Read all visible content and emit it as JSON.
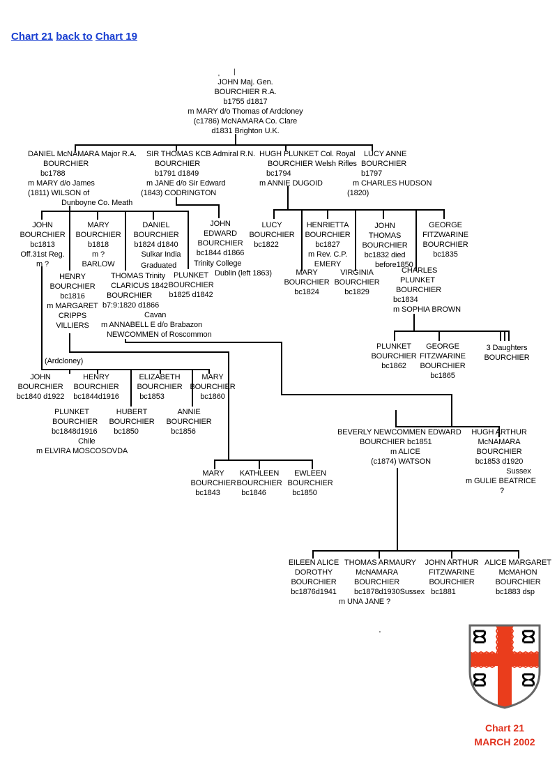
{
  "nav": {
    "link_chart21": "Chart 21",
    "link_back_to": "back to",
    "link_chart19": "Chart 19"
  },
  "colors": {
    "link": "#1a3fd1",
    "footer": "#e0301c",
    "shield_cross": "#ea3d1c"
  },
  "people": [
    {
      "id": "john_maj_gen",
      "lines": [
        "JOHN      Maj. Gen.",
        "BOURCHIER R.A.",
        "b1755 d1817",
        "m MARY d/o Thomas of Ardcloney",
        "(c1786) McNAMARA        Co. Clare",
        "d1831 Brighton U.K."
      ]
    },
    {
      "id": "daniel_mcnamara",
      "lines": [
        "DANIEL McNAMARA Major R.A.",
        "BOURCHIER",
        "bc1788",
        "m MARY    d/o James",
        "(1811)      WILSON of",
        "Dunboyne Co. Meath"
      ]
    },
    {
      "id": "sir_thomas",
      "lines": [
        "SIR THOMAS KCB Admiral R.N.",
        "BOURCHIER",
        "b1791 d1849",
        "m JANE d/o Sir Edward",
        "(1843) CODRINGTON"
      ]
    },
    {
      "id": "hugh_plunket",
      "lines": [
        "HUGH PLUNKET Col. Royal",
        "BOURCHIER Welsh Rifles",
        "bc1794",
        "m ANNIE DUGOID"
      ]
    },
    {
      "id": "lucy_anne",
      "lines": [
        "LUCY  ANNE",
        "BOURCHIER",
        "b1797",
        "m CHARLES HUDSON",
        "(1820)"
      ]
    },
    {
      "id": "john_b1813",
      "lines": [
        "JOHN",
        "BOURCHIER",
        "bc1813",
        "Off.31st Reg.",
        "m      ?"
      ]
    },
    {
      "id": "mary_b1818",
      "lines": [
        "MARY",
        "BOURCHIER",
        "b1818",
        "m        ?",
        "BARLOW"
      ]
    },
    {
      "id": "daniel_b1824",
      "lines": [
        "DANIEL",
        "BOURCHIER",
        "b1824 d1840",
        "Sulkar India"
      ]
    },
    {
      "id": "graduated",
      "lines": [
        "Graduated"
      ]
    },
    {
      "id": "john_edward",
      "lines": [
        "JOHN",
        "EDWARD",
        "BOURCHIER",
        "bc1844 d1866"
      ]
    },
    {
      "id": "trinity_dublin",
      "lines": [
        "Trinity College",
        "Dublin (left 1863)"
      ]
    },
    {
      "id": "henry_b1816",
      "lines": [
        "HENRY",
        "BOURCHIER",
        "bc1816",
        "m MARGARET",
        "CRIPPS",
        "VILLIERS"
      ]
    },
    {
      "id": "thomas_claricus",
      "lines": [
        "THOMAS Trinity",
        "CLARICUS  1842",
        "BOURCHIER",
        "b7:9:1820 d1866",
        "Cavan",
        "m ANNABELL E   d/o Brabazon",
        "NEWCOMMEN  of Roscommon"
      ]
    },
    {
      "id": "plunket_b1825",
      "lines": [
        "PLUNKET",
        "BOURCHIER",
        "b1825 d1842"
      ]
    },
    {
      "id": "lucy_b1822",
      "lines": [
        "LUCY",
        "BOURCHIER",
        "bc1822"
      ]
    },
    {
      "id": "henrietta",
      "lines": [
        "HENRIETTA",
        "BOURCHIER",
        "bc1827",
        "m Rev. C.P.",
        "EMERY"
      ]
    },
    {
      "id": "john_thomas",
      "lines": [
        "JOHN",
        "THOMAS",
        "BOURCHIER",
        "bc1832 died",
        "before1850"
      ]
    },
    {
      "id": "george_fitz_1835",
      "lines": [
        "GEORGE",
        "FITZWARINE",
        "BOURCHIER",
        "bc1835"
      ]
    },
    {
      "id": "mary_b1824",
      "lines": [
        "MARY",
        "BOURCHIER",
        "bc1824"
      ]
    },
    {
      "id": "virginia",
      "lines": [
        "VIRGINIA",
        "BOURCHIER",
        "bc1829"
      ]
    },
    {
      "id": "charles_plunket",
      "lines": [
        "CHARLES",
        "PLUNKET",
        "BOURCHIER",
        "bc1834",
        "m SOPHIA BROWN"
      ]
    },
    {
      "id": "plunket_b1862",
      "lines": [
        "PLUNKET",
        "BOURCHIER",
        "bc1862"
      ]
    },
    {
      "id": "george_fitz_1865",
      "lines": [
        "GEORGE",
        "FITZWARINE",
        "BOURCHIER",
        "bc1865"
      ]
    },
    {
      "id": "three_daughters",
      "lines": [
        "3 Daughters",
        "BOURCHIER"
      ]
    },
    {
      "id": "ardcloney",
      "lines": [
        "(Ardcloney)"
      ]
    },
    {
      "id": "john_b1840",
      "lines": [
        "JOHN",
        "BOURCHIER",
        "bc1840 d1922"
      ]
    },
    {
      "id": "henry_b1844",
      "lines": [
        "HENRY",
        "BOURCHIER",
        "bc1844d1916"
      ]
    },
    {
      "id": "elizabeth",
      "lines": [
        "ELIZABETH",
        "BOURCHIER",
        "bc1853"
      ]
    },
    {
      "id": "mary_b1860",
      "lines": [
        "MARY",
        "BOURCHIER",
        "bc1860"
      ]
    },
    {
      "id": "plunket_b1848",
      "lines": [
        "PLUNKET",
        "BOURCHIER",
        "bc1848d1916",
        "Chile",
        "m ELVIRA MOSCOSOVDA"
      ]
    },
    {
      "id": "hubert",
      "lines": [
        "HUBERT",
        "BOURCHIER",
        "bc1850"
      ]
    },
    {
      "id": "annie",
      "lines": [
        "ANNIE",
        "BOURCHIER",
        "bc1856"
      ]
    },
    {
      "id": "mary_b1843",
      "lines": [
        "MARY",
        "BOURCHIER",
        "bc1843"
      ]
    },
    {
      "id": "kathleen",
      "lines": [
        "KATHLEEN",
        "BOURCHIER",
        "bc1846"
      ]
    },
    {
      "id": "ewleen",
      "lines": [
        "EWLEEN",
        "BOURCHIER",
        "bc1850"
      ]
    },
    {
      "id": "beverly_edward",
      "lines": [
        "BEVERLY NEWCOMMEN EDWARD",
        "BOURCHIER   bc1851",
        "m ALICE",
        "(c1874) WATSON"
      ]
    },
    {
      "id": "hugh_arthur",
      "lines": [
        "HUGH  ARTHUR",
        "McNAMARA",
        "BOURCHIER",
        "bc1853 d1920",
        "Sussex",
        "m GULIE BEATRICE",
        "?"
      ]
    },
    {
      "id": "eileen_alice",
      "lines": [
        "EILEEN ALICE",
        "DOROTHY",
        "BOURCHIER",
        "bc1876d1941"
      ]
    },
    {
      "id": "thomas_armaury",
      "lines": [
        "THOMAS ARMAURY",
        "McNAMARA",
        "BOURCHIER",
        "bc1878d1930Sussex",
        "m UNA JANE  ?"
      ]
    },
    {
      "id": "john_arthur",
      "lines": [
        "JOHN ARTHUR",
        "FITZWARINE",
        "BOURCHIER",
        "bc1881"
      ]
    },
    {
      "id": "alice_margaret",
      "lines": [
        "ALICE MARGARET",
        "McMAHON",
        "BOURCHIER",
        "bc1883 dsp"
      ]
    }
  ],
  "footer": {
    "chart_label": "Chart 21",
    "date_label": "MARCH 2002"
  }
}
